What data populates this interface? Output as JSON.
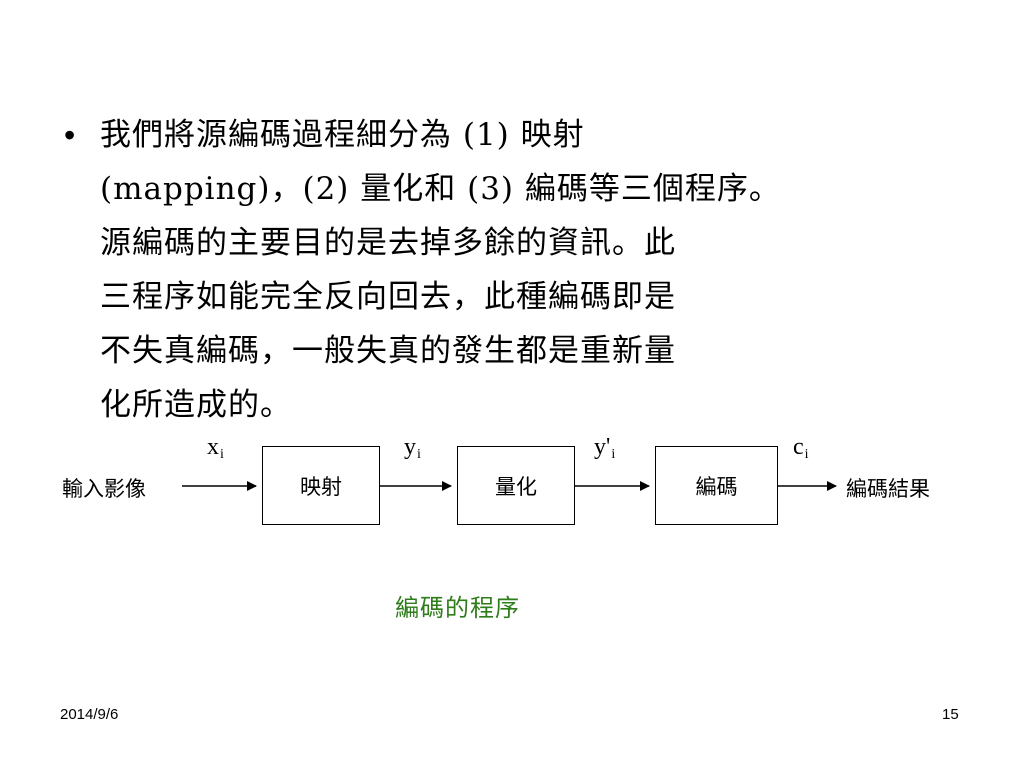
{
  "slide": {
    "bullet_lines": [
      "我們將源編碼過程細分為 (1) 映射",
      "(mapping)，(2) 量化和 (3) 編碼等三個程序。",
      "源編碼的主要目的是去掉多餘的資訊。此",
      "三程序如能完全反向回去，此種編碼即是",
      "不失真編碼，一般失真的發生都是重新量",
      "化所造成的。"
    ]
  },
  "diagram": {
    "input_label": "輸入影像",
    "output_label": "編碼結果",
    "blocks": [
      "映射",
      "量化",
      "編碼"
    ],
    "signals": [
      {
        "base": "x",
        "sub": "i"
      },
      {
        "base": "y",
        "sub": "i"
      },
      {
        "base": "y'",
        "sub": "i"
      },
      {
        "base": "c",
        "sub": "i"
      }
    ],
    "caption": "編碼的程序",
    "caption_color": "#2e7d1a"
  },
  "footer": {
    "date": "2014/9/6",
    "page_number": "15"
  }
}
